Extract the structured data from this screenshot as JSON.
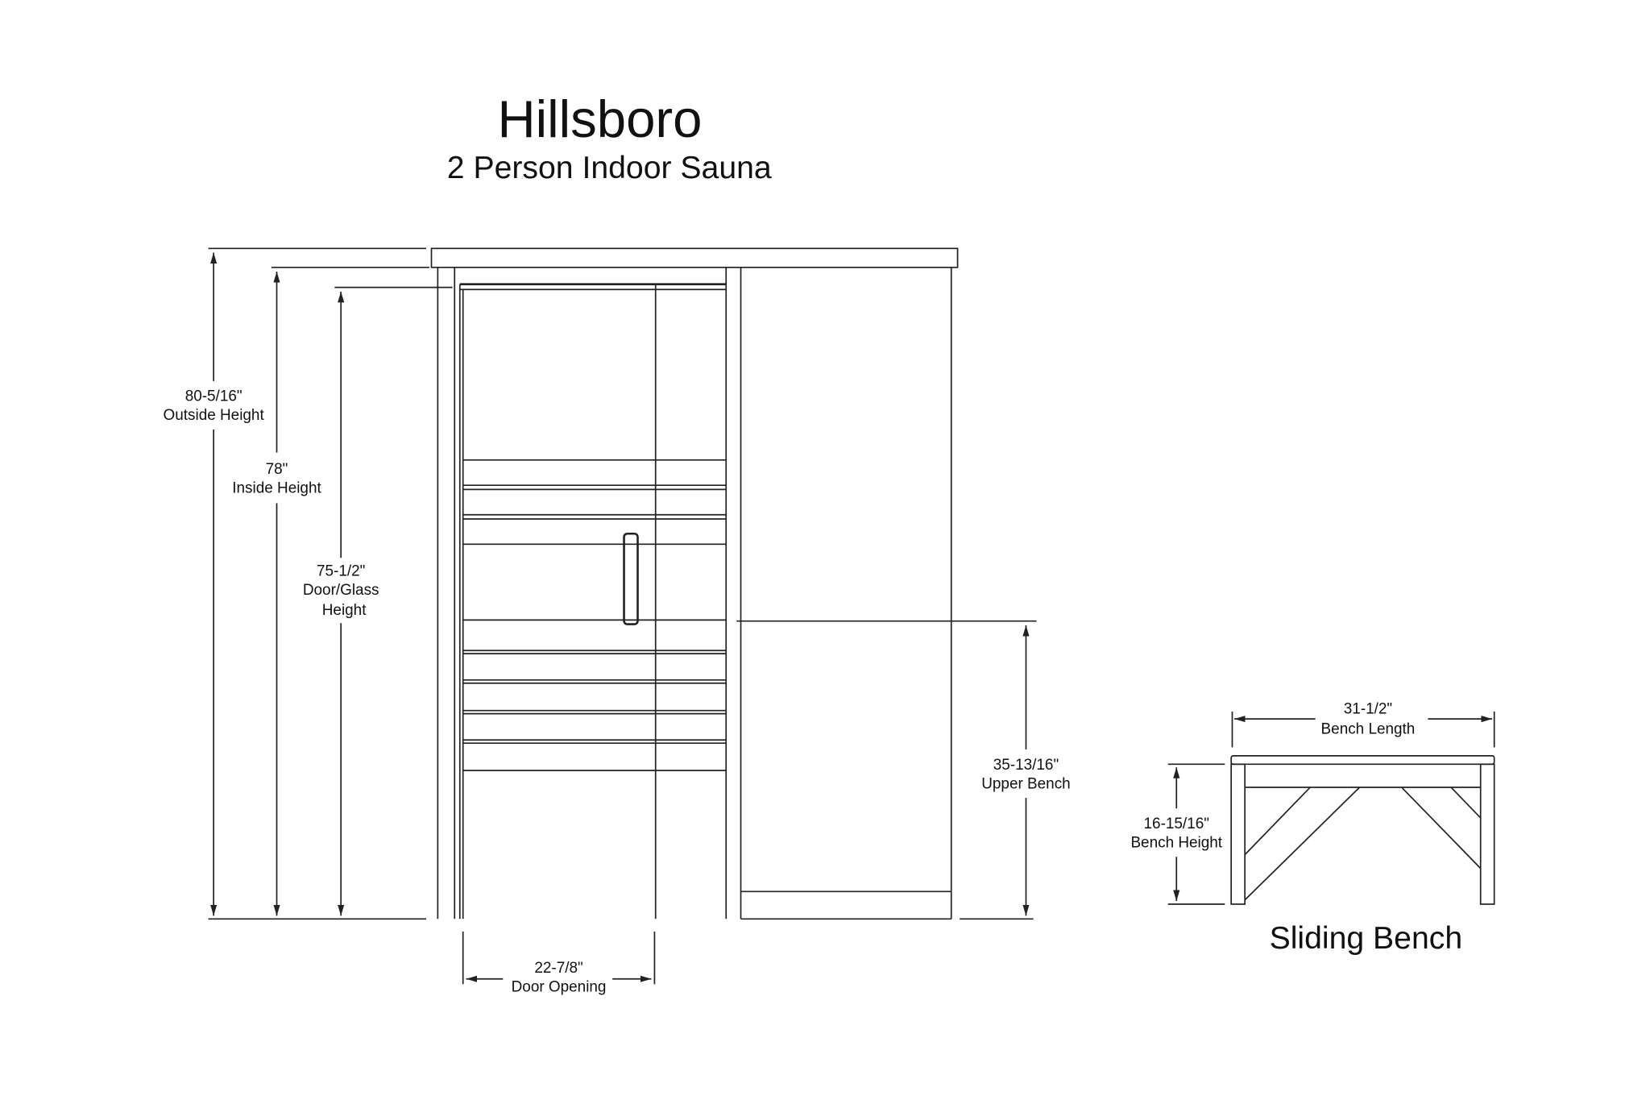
{
  "title": "Hillsboro",
  "subtitle": "2 Person Indoor Sauna",
  "dimensions": {
    "outside_height": {
      "value": "80-5/16\"",
      "label": "Outside Height"
    },
    "inside_height": {
      "value": "78\"",
      "label": "Inside Height"
    },
    "door_height": {
      "value": "75-1/2\"",
      "label1": "Door/Glass",
      "label2": "Height"
    },
    "upper_bench": {
      "value": "35-13/16\"",
      "label": "Upper Bench"
    },
    "door_opening": {
      "value": "22-7/8\"",
      "label": "Door Opening"
    },
    "bench_length": {
      "value": "31-1/2\"",
      "label": "Bench Length"
    },
    "bench_height": {
      "value": "16-15/16\"",
      "label": "Bench Height"
    }
  },
  "bench_title": "Sliding Bench",
  "line_color": "#222222"
}
